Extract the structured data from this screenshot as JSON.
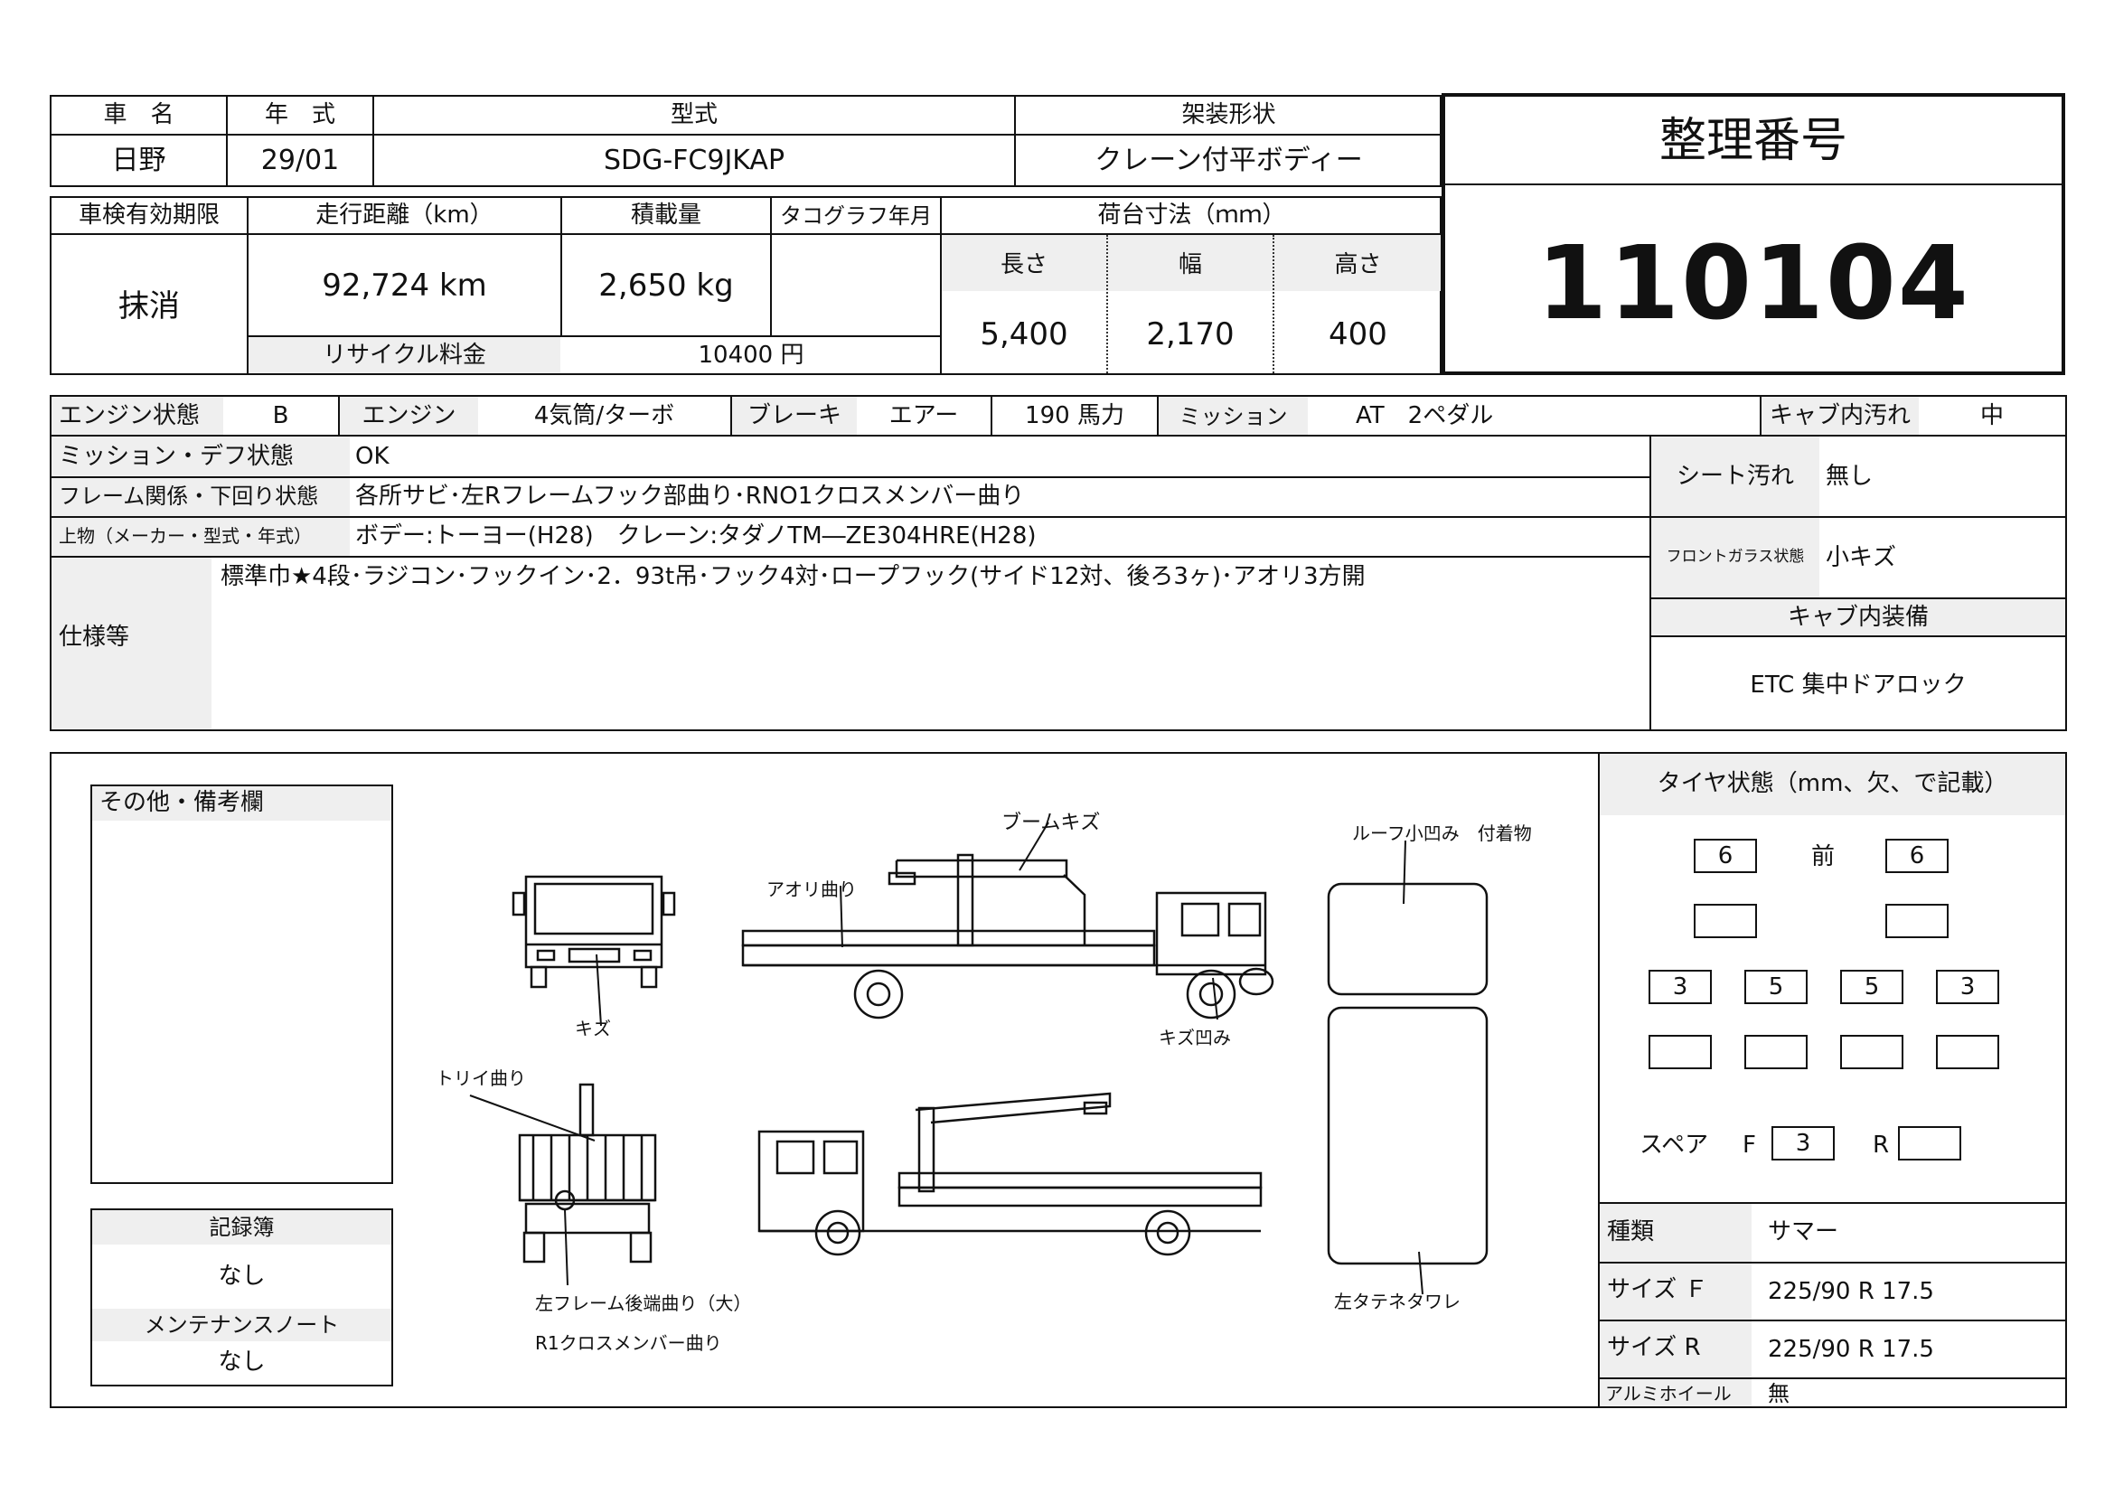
{
  "header": {
    "car_name_label": "車　名",
    "car_name": "日野",
    "year_label": "年　式",
    "year": "29/01",
    "model_label": "型式",
    "model": "SDG-FC9JKAP",
    "body_label": "架装形状",
    "body": "クレーン付平ボディー",
    "ref_label": "整理番号",
    "ref_number": "110104"
  },
  "row2": {
    "inspection_label": "車検有効期限",
    "inspection": "抹消",
    "mileage_label": "走行距離（km）",
    "mileage": "92,724 km",
    "capacity_label": "積載量",
    "capacity": "2,650 kg",
    "tacho_label": "タコグラフ年月",
    "tacho": "",
    "recycle_label": "リサイクル料金",
    "recycle": "10400 円",
    "deck_label": "荷台寸法（ｍｍ）",
    "length_label": "長さ",
    "width_label": "幅",
    "height_label": "高さ",
    "length": "5,400",
    "width": "2,170",
    "height": "400"
  },
  "specs": {
    "engine_state_label": "エンジン状態",
    "engine_state": "B",
    "engine_label": "エンジン",
    "engine": "4気筒/ターボ",
    "brake_label": "ブレーキ",
    "brake": "エアー",
    "hp": "190 馬力",
    "mission_label": "ミッション",
    "mission": "AT　2ペダル",
    "cab_dirt_label": "キャブ内汚れ",
    "cab_dirt": "中",
    "mission_diff_label": "ミッション・デフ状態",
    "mission_diff": "OK",
    "frame_label": "フレーム関係・下回り状態",
    "frame": "各所サビ･左Rフレームフック部曲り･RNO1クロスメンバー曲り",
    "upper_label": "上物（メーカー・型式・年式）",
    "upper": "ボデー:トーヨー(H28)　クレーン:タダノTM―ZE304HRE(H28)",
    "spec_label": "仕様等",
    "spec": "標準巾★4段･ラジコン･フックイン･2．93t吊･フック4対･ロープフック(サイド12対、後ろ3ヶ)･アオリ3方開",
    "seat_label": "シート汚れ",
    "seat": "無し",
    "glass_label": "フロントガラス状態",
    "glass": "小キズ",
    "cab_equip_label": "キャブ内装備",
    "cab_equip": "ETC 集中ドアロック"
  },
  "notes": {
    "other_label": "その他・備考欄",
    "record_label": "記録簿",
    "record": "なし",
    "maint_label": "メンテナンスノート",
    "maint": "なし"
  },
  "diagram": {
    "boom_scratch": "ブームキズ",
    "aori_bend": "アオリ曲り",
    "scratch": "キズ",
    "scratch_dent": "キズ凹み",
    "torii_bend": "トリイ曲り",
    "left_frame": "左フレーム後端曲り（大）",
    "r1_cross": "R1クロスメンバー曲り",
    "roof": "ルーフ小凹み　付着物",
    "left_tate": "左タテネタワレ"
  },
  "tires": {
    "title": "タイヤ状態（mm、欠、で記載）",
    "front_label": "前",
    "front_left": "6",
    "front_right": "6",
    "rear": [
      "3",
      "5",
      "5",
      "3"
    ],
    "spare_label": "スペア",
    "spare_f_label": "F",
    "spare_f": "3",
    "spare_r_label": "R",
    "spare_r": "",
    "type_label": "種類",
    "type": "サマー",
    "size_f_label": "サイズ Ｆ",
    "size_f": "225/90 R 17.5",
    "size_r_label": "サイズ R",
    "size_r": "225/90 R 17.5",
    "alu_label": "アルミホイール",
    "alu": "無"
  }
}
